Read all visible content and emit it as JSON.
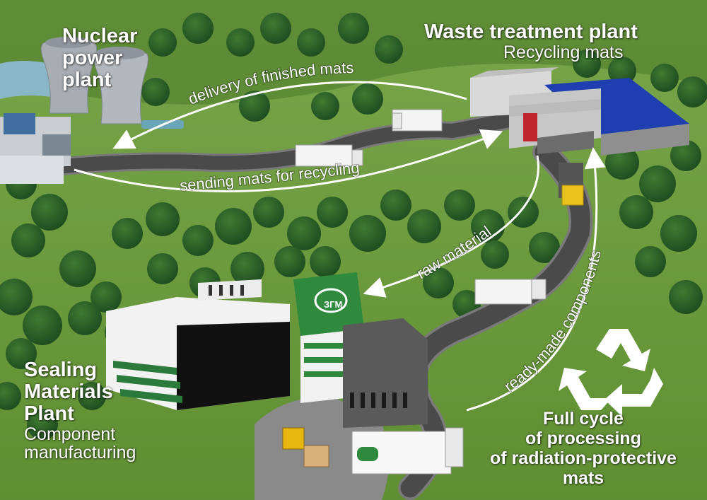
{
  "nuclear_plant": {
    "line1": "Nuclear",
    "line2": "power",
    "line3": "plant"
  },
  "waste_plant": {
    "title": "Waste treatment plant",
    "subtitle": "Recycling mats"
  },
  "sealing_plant": {
    "line1": "Sealing",
    "line2": "Materials",
    "line3": "Plant",
    "sub1": "Component",
    "sub2": "manufacturing"
  },
  "flows": {
    "delivery": "delivery of finished mats",
    "sending": "sending mats for recycling",
    "raw": "raw material",
    "ready": "ready-made components"
  },
  "full_cycle": {
    "line1": "Full cycle",
    "line2": "of processing",
    "line3": "of radiation-protective",
    "line4": "mats"
  },
  "logo_text": "ЗГМ",
  "icons": [
    "recycle-icon",
    "truck-icon",
    "forklift-icon",
    "cooling-tower-icon"
  ]
}
